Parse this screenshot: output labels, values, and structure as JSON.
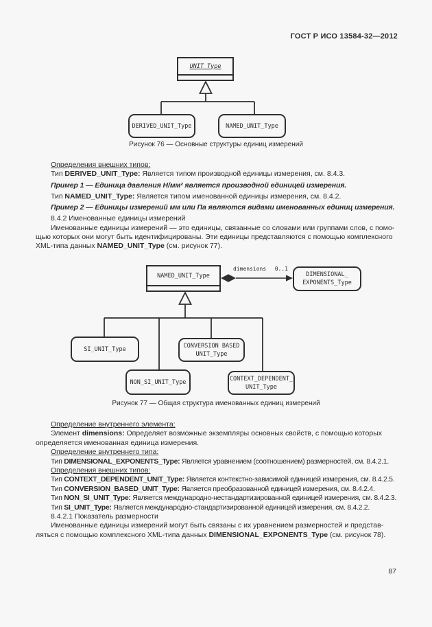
{
  "page": {
    "header": "ГОСТ Р ИСО 13584-32—2012",
    "page_number": "87"
  },
  "colors": {
    "background": "#f7f7f7",
    "ink": "#2b2b2b"
  },
  "fig76": {
    "unit_type": "UNIT_Type",
    "derived": "DERIVED_UNIT_Type",
    "named": "NAMED_UNIT_Type",
    "caption": "Рисунок 76 — Основные структуры единиц измерений"
  },
  "fig77": {
    "named": "NAMED_UNIT_Type",
    "dimensions_label": "dimensions",
    "cardinality": "0..1",
    "dim1": "DIMENSIONAL_",
    "dim2": "EXPONENTS_Type",
    "si": "SI_UNIT_Type",
    "conv1": "CONVERSION BASED",
    "conv2": "UNIT_Type",
    "nonsi": "NON_SI_UNIT_Type",
    "ctx1": "CONTEXT_DEPENDENT_",
    "ctx2": "UNIT_Type",
    "caption": "Рисунок 77 — Общая структура именованных единиц измерений"
  },
  "text1": {
    "l1": "Определения внешних типов:",
    "l2": {
      "a": "Тип ",
      "b": "DERIVED_UNIT_Type:",
      "c": " Является типом производной единицы измерения, см. 8.4.3."
    },
    "l3": "Пример 1 — Единица давления Н/мм²  является производной единицей измерения.",
    "l4": {
      "a": "Тип ",
      "b": "NAMED_UNIT_Type:",
      "c": " Является типом именованной единицы измерения, см. 8.4.2."
    },
    "l5": "Пример 2 — Единицы измерений мм или Па являются видами именованных единиц измерения.",
    "l6": "8.4.2 Именованные единицы измерений",
    "l7": "Именованные единицы измерений — это единицы, связанные со словами или группами слов, с помо-",
    "l8": "щью которых они могут быть идентифицированы. Эти единицы представляются с помощью комплексного",
    "l9": {
      "a": "XML-типа данных ",
      "b": "NAMED_UNIT_Type",
      "c": " (см. рисунок 77)."
    }
  },
  "text2": {
    "l1": "Определение внутреннего элемента:",
    "l2": {
      "a": "Элемент ",
      "b": "dimensions:",
      "c": " Определяет возможные экземпляры основных свойств, с помощью которых"
    },
    "l3": "определяется именованная единица измерения.",
    "l4": "Определение внутреннего типа:",
    "l5": {
      "a": "Тип ",
      "b": "DIMENSIONAL_EXPONENTS_Type:",
      "c": " Является уравнением (соотношением) размерностей, см. 8.4.2.1."
    },
    "l6": "Определения внешних типов:",
    "l7": {
      "a": "Тип ",
      "b": "CONTEXT_DEPENDENT_UNIT_Type:",
      "c": " Является контекстно-зависимой единицей измерения, см. 8.4.2.5."
    },
    "l8": {
      "a": "Тип ",
      "b": "CONVERSION_BASED_UNIT_Type:",
      "c": " Является преобразованной единицей измерения, см. 8.4.2.4."
    },
    "l9": {
      "a": "Тип ",
      "b": "NON_SI_UNIT_Type:",
      "c": " Является международно-нестандартизированной единицей измерения, см. 8.4.2.3."
    },
    "l10": {
      "a": "Тип ",
      "b": "SI_UNIT_Type:",
      "c": " Является международно-стандартизированной единицей измерения, см. 8.4.2.2."
    },
    "l11": "8.4.2.1 Показатель размерности",
    "l12": "Именованные единицы измерений могут быть связаны с их уравнением размерностей и представ-",
    "l13": {
      "a": "ляться с помощью комплексного XML-типа данных ",
      "b": "DIMENSIONAL_EXPONENTS_Type",
      "c": " (см. рисунок 78)."
    }
  }
}
